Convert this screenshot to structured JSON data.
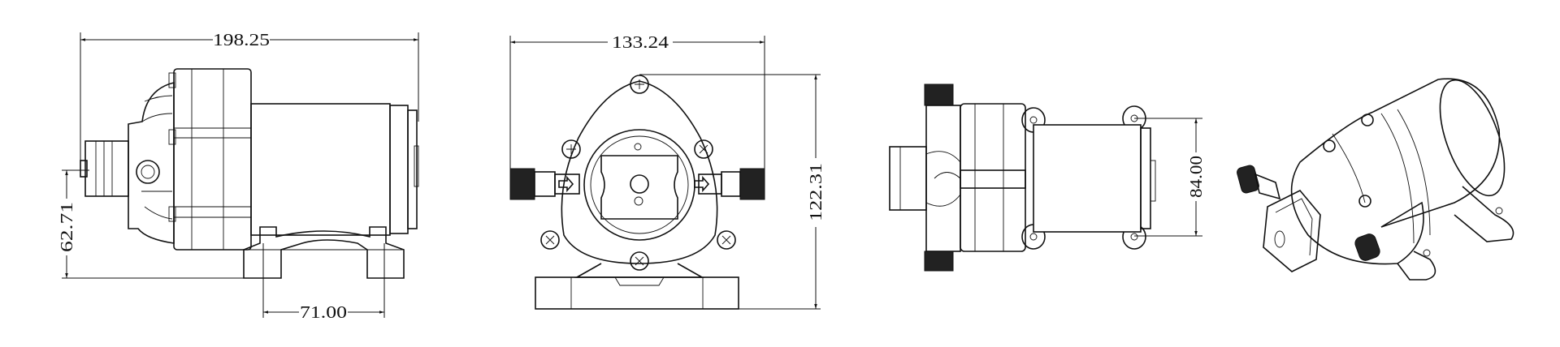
{
  "drawing": {
    "line_color": "#111111",
    "background": "#ffffff",
    "views": [
      "side-view",
      "front-view",
      "top-view",
      "isometric-view"
    ],
    "dimensions": {
      "overall_length": "198.25",
      "head_width": "133.24",
      "overall_height": "122.31",
      "inlet_height": "62.71",
      "foot_spacing": "71.00",
      "mount_spacing": "84.00"
    }
  }
}
